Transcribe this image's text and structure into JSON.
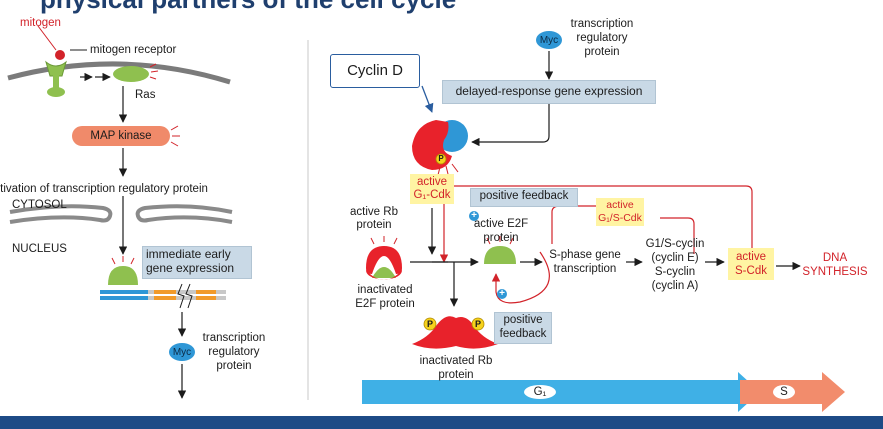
{
  "title_fragment": "physical partners of the cell cycle",
  "left": {
    "mitogen": "mitogen",
    "mitogen_receptor": "mitogen receptor",
    "ras": "Ras",
    "map_kinase": "MAP kinase",
    "activation": "activation of transcription regulatory protein",
    "cytosol": "CYTOSOL",
    "nucleus": "NUCLEUS",
    "immediate_line1": "immediate early",
    "immediate_line2": "gene expression",
    "myc": "Myc",
    "tr_line1": "transcription",
    "tr_line2": "regulatory",
    "tr_line3": "protein"
  },
  "right": {
    "cyclin_d": "Cyclin D",
    "myc": "Myc",
    "tr_line1": "transcription",
    "tr_line2": "regulatory",
    "tr_line3": "protein",
    "delayed": "delayed-response gene expression",
    "active_g1_line1": "active",
    "active_g1_line2": "G₁-Cdk",
    "positive_feedback_top": "positive feedback",
    "active_rb_line1": "active Rb",
    "active_rb_line2": "protein",
    "active_e2f_line1": "active E2F",
    "active_e2f_line2": "protein",
    "active_g1s_line1": "active",
    "active_g1s_line2": "G₁/S-Cdk",
    "sphase_line1": "S-phase gene",
    "sphase_line2": "transcription",
    "cyclins_line1": "G1/S-cyclin",
    "cyclins_line2": "(cyclin E)",
    "cyclins_line3": "S-cyclin",
    "cyclins_line4": "(cyclin A)",
    "active_s_line1": "active",
    "active_s_line2": "S-Cdk",
    "dna_line1": "DNA",
    "dna_line2": "SYNTHESIS",
    "inactivated_e2f_line1": "inactivated",
    "inactivated_e2f_line2": "E2F protein",
    "positive_feedback_b1": "positive",
    "positive_feedback_b2": "feedback",
    "inactivated_rb_line1": "inactivated Rb",
    "inactivated_rb_line2": "protein",
    "phosphate": "P",
    "plus": "+",
    "phase_g1": "G₁",
    "phase_s": "S"
  },
  "colors": {
    "title_blue": "#1f3f6e",
    "red": "#d2232a",
    "salmon": "#f08a6a",
    "green": "#8fc04f",
    "myc_blue": "#2f97d6",
    "box_blue": "#c9d9e6",
    "yellow": "#fff4a3",
    "g1_arrow": "#3fb0e6",
    "s_arrow": "#f28c6c",
    "bottom_bar": "#1d4b86"
  }
}
